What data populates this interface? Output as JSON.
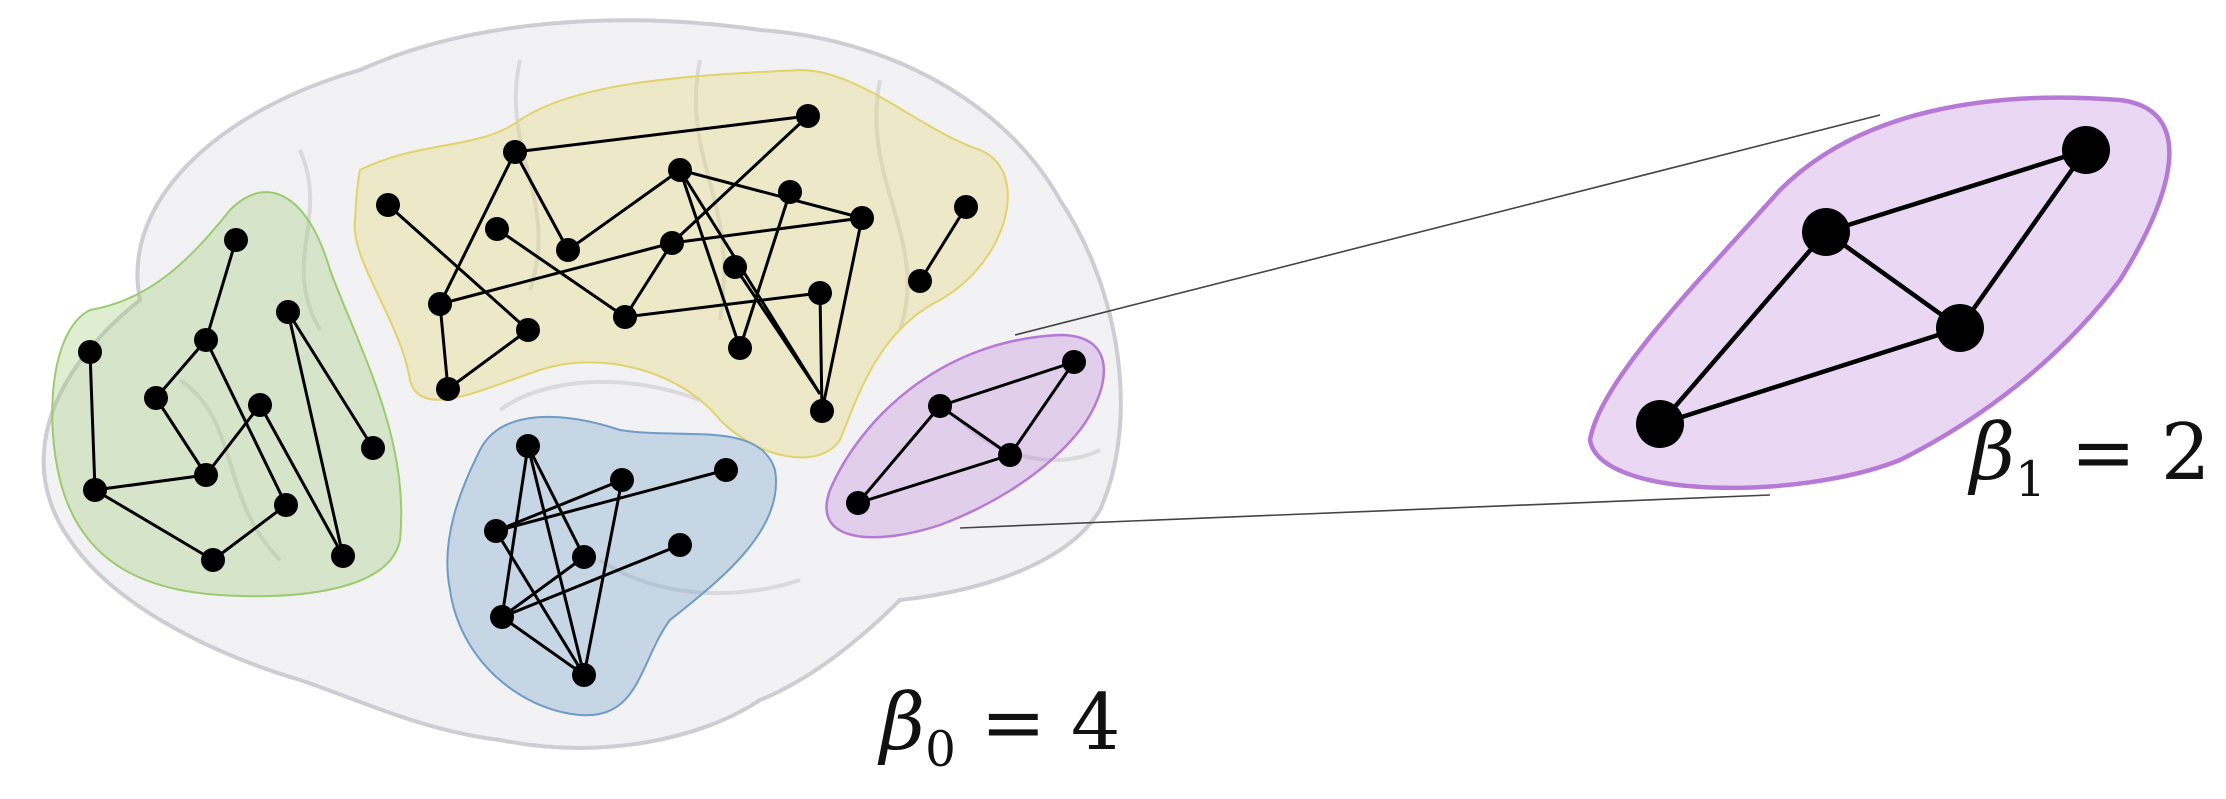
{
  "labels": {
    "beta0": {
      "symbol": "β",
      "subscript": "0",
      "rest": " = 4"
    },
    "beta1": {
      "symbol": "β",
      "subscript": "1",
      "rest": " = 2"
    }
  },
  "colors": {
    "green_region": "#9ccb6f",
    "yellow_region": "#e2d36a",
    "blue_region": "#6e9bc7",
    "purple_region": "#b67ad6",
    "node": "#000000",
    "brain_fill": "#f1f1f3",
    "brain_stroke": "#cfcfd4"
  },
  "icons": [
    "brain-outline"
  ]
}
